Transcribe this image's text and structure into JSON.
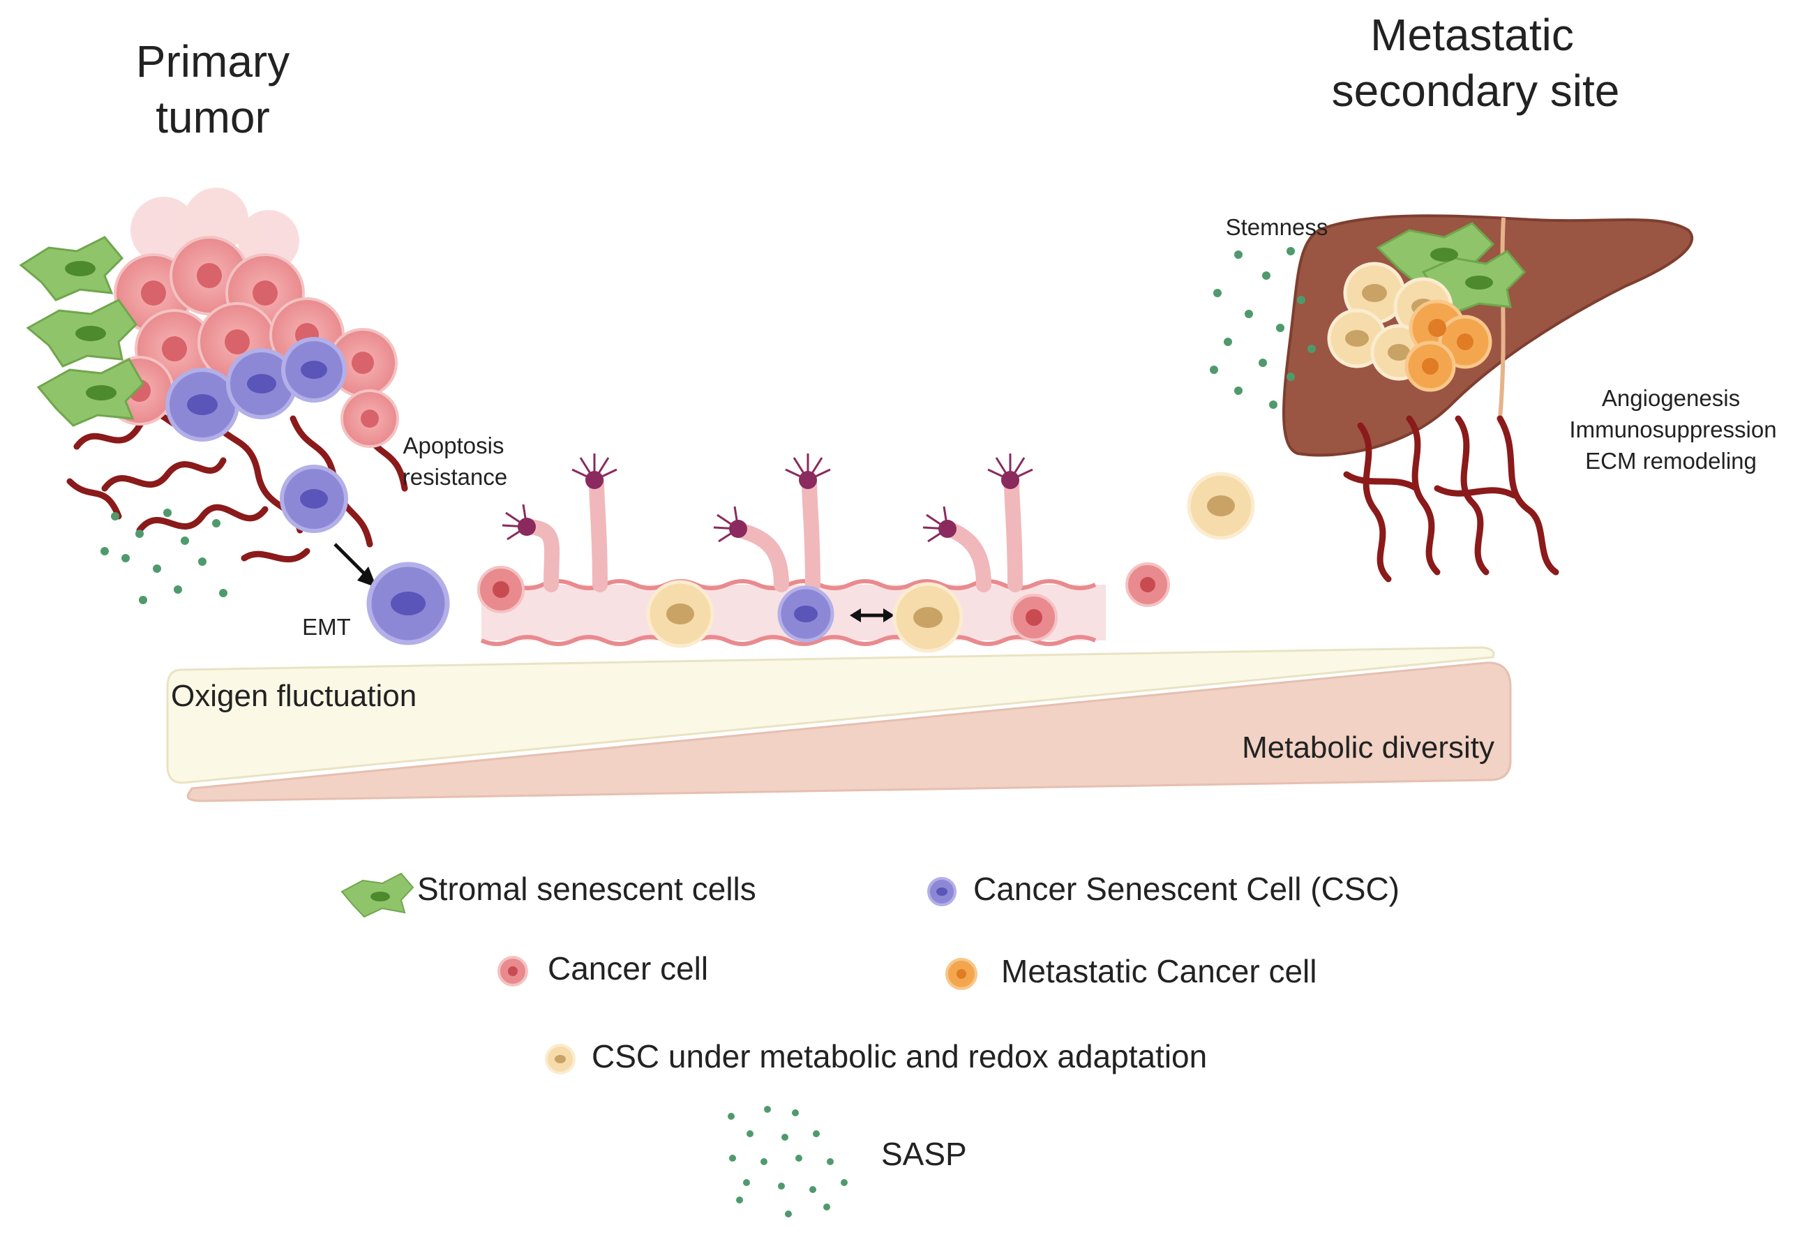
{
  "titles": {
    "primary_line1": "Primary",
    "primary_line2": "tumor",
    "metastatic_line1": "Metastatic",
    "metastatic_line2": "secondary site"
  },
  "annotations": {
    "apoptosis_line1": "Apoptosis",
    "apoptosis_line2": "resistance",
    "emt": "EMT",
    "stemness": "Stemness",
    "angiogenesis": "Angiogenesis",
    "immunosuppression": "Immunosuppression",
    "ecm": "ECM remodeling"
  },
  "gradient": {
    "oxygen": "Oxigen fluctuation",
    "metabolic": "Metabolic diversity"
  },
  "legend": {
    "stromal": "Stromal senescent cells",
    "csc": "Cancer Senescent Cell (CSC)",
    "cancer": "Cancer cell",
    "metastatic": "Metastatic Cancer cell",
    "csc_adapt": "CSC under metabolic and redox adaptation",
    "sasp": "SASP"
  },
  "colors": {
    "stromal": "#8fc46a",
    "csc": "#8d88d6",
    "cancer": "#e98a8e",
    "metastatic": "#f4a64e",
    "csc_adapt": "#f6dcaa",
    "sasp": "#4f9a6c",
    "vessel": "#8b1a1a",
    "liver": "#9b5543",
    "gradient_light": "#fbf8e6",
    "gradient_dark": "#f1d2c5"
  }
}
